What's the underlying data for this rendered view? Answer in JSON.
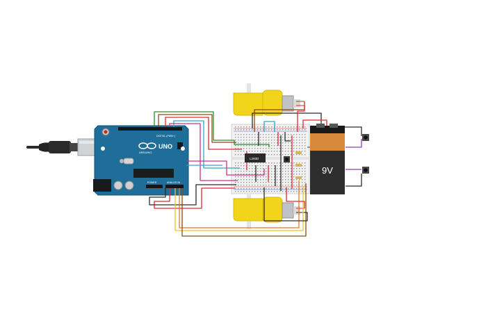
{
  "arduino": {
    "brand": "ARDUINO",
    "model": "UNO",
    "digital_label": "DIGITAL (PWM~)",
    "power_label": "POWER",
    "analog_label": "ANALOG IN",
    "board_color": "#1f6e99",
    "icon": "arduino-infinity-logo"
  },
  "driver_ic": {
    "label": "L293D"
  },
  "battery": {
    "label": "9V",
    "body_color": "#2e2e2e",
    "top_color": "#d88a3c"
  },
  "motors": {
    "color": "#f2d51b",
    "count": 2
  },
  "wire_colors": {
    "red": "#e8262b",
    "black": "#2b2b2b",
    "green": "#2f8a2f",
    "brown": "#8b4a16",
    "cyan": "#2aa6c8",
    "magenta": "#d12d8c",
    "purple": "#8a3fb0",
    "yellow": "#f2c21b",
    "orange": "#e07b2a"
  }
}
